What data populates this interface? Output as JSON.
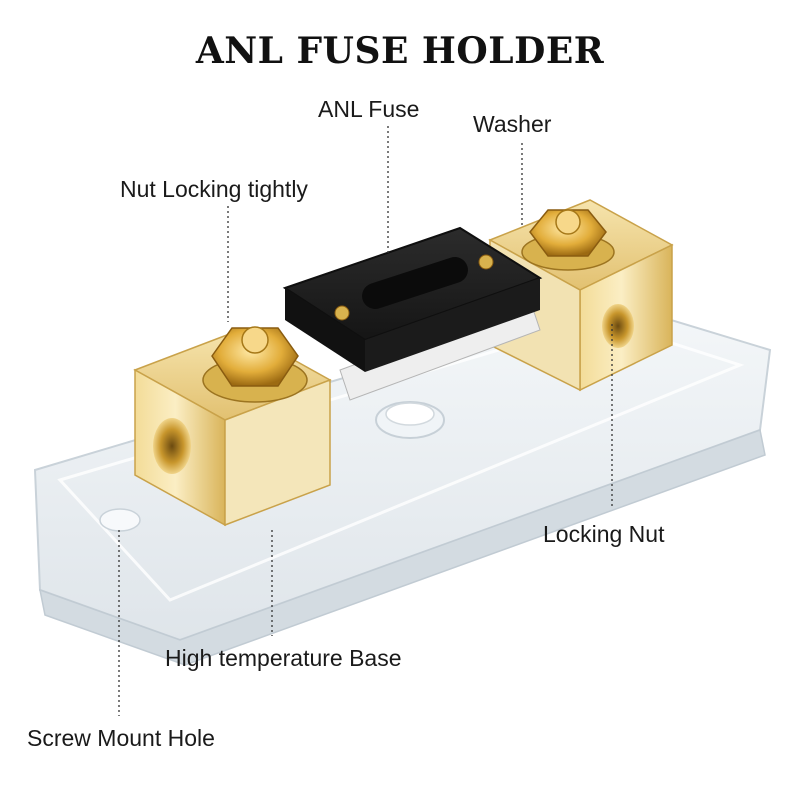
{
  "title": "ANL FUSE HOLDER",
  "labels": {
    "anl_fuse": "ANL Fuse",
    "washer": "Washer",
    "nut_locking": "Nut Locking tightly",
    "locking_nut": "Locking Nut",
    "base": "High temperature Base",
    "screw_hole": "Screw Mount Hole"
  },
  "colors": {
    "brass": "#e8c872",
    "brass_dark": "#b8902e",
    "fuse_body": "#1e1e1e",
    "base_clear": "#e9eef2"
  }
}
